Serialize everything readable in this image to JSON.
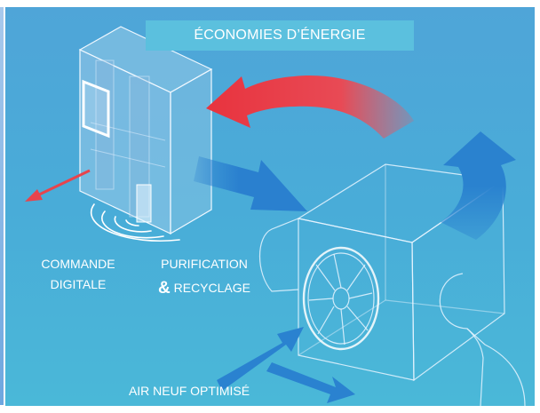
{
  "diagram": {
    "title": "ÉCONOMIES D’ÉNERGIE",
    "labels": {
      "commande_line1": "COMMANDE",
      "commande_line2": "DIGITALE",
      "purification_line1": "PURIFICATION",
      "purification_amp": "&",
      "purification_line2": "RECYCLAGE",
      "air_neuf": "AIR NEUF OPTIMISÉ"
    }
  },
  "colors": {
    "background_top": "#4fa5d8",
    "background_bottom": "#4ab8d8",
    "title_box": "#5bc0de",
    "red_arrow": "#e8444c",
    "blue_arrow": "#2a84d0",
    "outline": "#e8f4ff"
  }
}
